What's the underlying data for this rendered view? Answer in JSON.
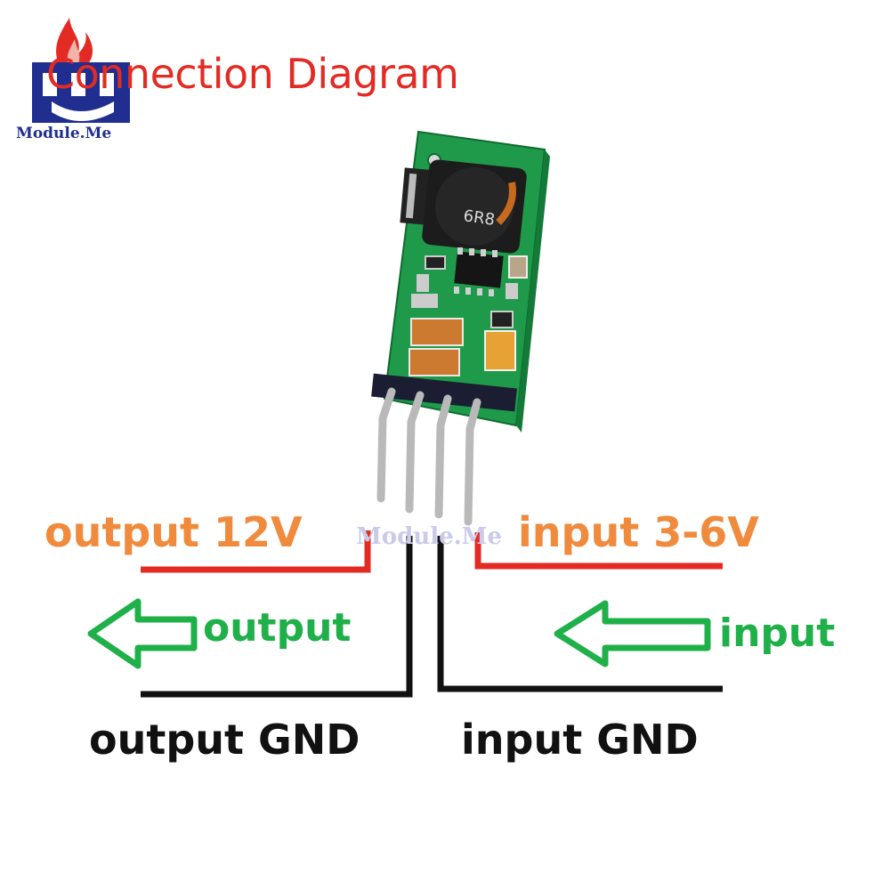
{
  "title": "Connection Diagram",
  "logo": {
    "text": "Module.Me"
  },
  "watermark": "Module.Me",
  "labels": {
    "output_voltage": "output 12V",
    "input_voltage": "input 3-6V",
    "output_arrow": "output",
    "input_arrow": "input",
    "output_gnd": "output GND",
    "input_gnd": "input GND"
  },
  "module": {
    "inductor_marking": "6R8"
  },
  "colors": {
    "title": "#e32b24",
    "voltage_label": "#f08a3c",
    "arrow": "#1fb04a",
    "positive_wire": "#e32b24",
    "gnd_wire": "#111111",
    "pcb": "#1f9a4a",
    "logo": "#1f2e8f"
  },
  "icons": [
    "logo-icon",
    "left-arrow-icon"
  ]
}
